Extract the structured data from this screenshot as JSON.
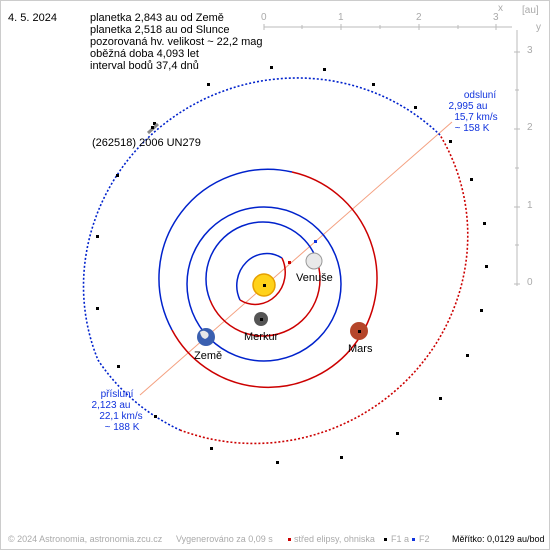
{
  "date": "4. 5. 2024",
  "info": {
    "line1": "planetka 2,843 au od Země",
    "line2": "planetka 2,518 au od Slunce",
    "line3": "pozorovaná hv. velikost ~ 22,2 mag",
    "line4": "oběžná doba 4,093 let",
    "line5": "interval bodů 37,4 dnů"
  },
  "asteroid_name": "(262518) 2006 UN279",
  "planets": {
    "venus": "Venuše",
    "mercury": "Merkur",
    "earth": "Země",
    "mars": "Mars"
  },
  "aphelion": {
    "title": "odsluní",
    "dist": "2,995 au",
    "speed": "15,7 km/s",
    "temp": "~ 158 K"
  },
  "perihelion": {
    "title": "přísluní",
    "dist": "2,123 au",
    "speed": "22,1 km/s",
    "temp": "~ 188 K"
  },
  "scale": {
    "top_ticks": [
      "0",
      "1",
      "2",
      "3"
    ],
    "right_ticks": [
      "3",
      "2",
      "1",
      "0"
    ],
    "x_label": "x",
    "unit": "[au]",
    "y_label": "y"
  },
  "footer": {
    "copyright": "© 2024 Astronomia, astronomia.zcu.cz",
    "generated": "Vygenerováno za 0,09 s",
    "legend_center": "střed elipsy, ohniska",
    "legend_f1": "F1 a",
    "legend_f2": "F2",
    "scale_text": "Měřítko: 0,0129 au/bod"
  },
  "colors": {
    "orbit_inner": "#0022cc",
    "orbit_outer": "#cc0000",
    "axis_line": "#f4a080",
    "axis_gray": "#bbbbbb"
  }
}
